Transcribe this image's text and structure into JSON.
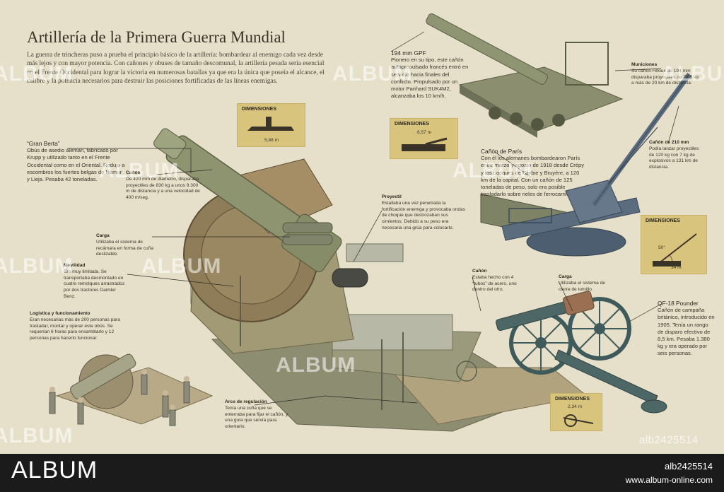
{
  "title": "Artillería de la Primera Guerra Mundial",
  "intro": "La guerra de trincheras puso a prueba el principio básico de la artillería: bombardear al enemigo cada vez desde más lejos y con mayor potencia. Con cañones y obuses de tamaño descomunal, la artillería pesada sería esencial en el Frente Occidental para lograr la victoria en numerosas batallas ya que era la única que poseía el alcance, el calibre y la potencia necesarios para destruir las posiciones fortificadas de las líneas enemigas.",
  "gran_berta": {
    "heading": "“Gran Berta”",
    "text": "Obús de asedio alemán, fabricado por Krupp y utilizado tanto en el Frente Occidental como en el Oriental. Redujo a escombros los fuertes belgas de Namur y Lieja. Pesaba 42 toneladas.",
    "canon_h": "Cañón",
    "canon_t": "De 420 mm de diámetro, disparaba proyectiles de 830 kg a unos 9.300 m de distancia y a una velocidad de 400 m/seg.",
    "carga_h": "Carga",
    "carga_t": "Utilizaba el sistema de recámara en forma de cuña deslizable.",
    "movilidad_h": "Movilidad",
    "movilidad_t": "Era muy limitada. Se transportaba desmontado en cuatro remolques arrastrados por dos tractores Daimler Benz.",
    "logistica_h": "Logística y funcionamiento",
    "logistica_t": "Eran necesarias más de 200 personas para trasladar, montar y operar este obús. Se requerían 6 horas para ensamblarlo y 12 personas para hacerlo funcionar.",
    "proyectil_h": "Proyectil",
    "proyectil_t": "Estallaba una vez penetrada la fortificación enemiga y provocaba ondas de choque que destrozaban sus cimientos. Debido a su peso era necesaria una grúa para colocarlo.",
    "arco_h": "Arco de regulación",
    "arco_t": "Tenía una cuña que se enterraba para fijar el cañón, y una guía que servía para orientarlo.",
    "dim_label": "DIMENSIONES",
    "dim_value": "5,88 m"
  },
  "gpf": {
    "heading": "194 mm GPF",
    "text": "Pionero en su tipo, este cañón autopropulsado francés entró en servicio hacia finales del conflicto. Propulsado por un motor Panhard SUK4M2, alcanzaba los 10 km/h.",
    "municiones_h": "Municiones",
    "municiones_t": "Su cañón Filloux de 194 mm disparaba proyectiles de 78,8 kg a más de 20 km de distancia.",
    "dim_label": "DIMENSIONES",
    "dim_value": "6,57 m"
  },
  "paris": {
    "heading": "Cañón de París",
    "text": "Con él los alemanes bombardearon París entre marzo y agosto de 1918 desde Crépy y los bosques de Corbie y Bruyère, a 120 km de la capital. Con un cañón de 125 toneladas de peso, solo era posible trasladarlo sobre rieles de ferrocarril.",
    "canon_h": "Cañón de 210 mm",
    "canon_t": "Podía lanzar proyectiles de 120 kg con 7 kg de explosivos a 131 km de distancia.",
    "dim_label": "DIMENSIONES",
    "dim_angle": "50°",
    "dim_value": "34 m"
  },
  "qf18": {
    "heading": "QF-18 Pounder",
    "text": "Cañón de campaña británico, introducido en 1905. Tenía un rango de disparo efectivo de 8,5 km. Pesaba 1.380 kg y era operado por seis personas.",
    "canon_h": "Cañón",
    "canon_t": "Estaba hecho con 4 “tubos” de acero, uno dentro del otro.",
    "carga_h": "Carga",
    "carga_t": "Utilizaba el sistema de cierre de tornillo.",
    "dim_label": "DIMENSIONES",
    "dim_value": "2,34 m"
  },
  "watermarks": [
    "ALBUM",
    "ALBUM",
    "ALBUM",
    "ALBUM",
    "ALBUM",
    "ALBUM",
    "ALBUM",
    "ALBUM",
    "ALBUM"
  ],
  "image_code": "alb2425514",
  "footer": {
    "brand": "ALBUM",
    "code": "alb2425514",
    "site": "www.album-online.com"
  },
  "colors": {
    "background": "#e6dfc9",
    "dim_box": "#d9c47e",
    "footer": "#1b1b1b",
    "gun_olive": "#8a8e6a",
    "gun_blue": "#55677a"
  }
}
